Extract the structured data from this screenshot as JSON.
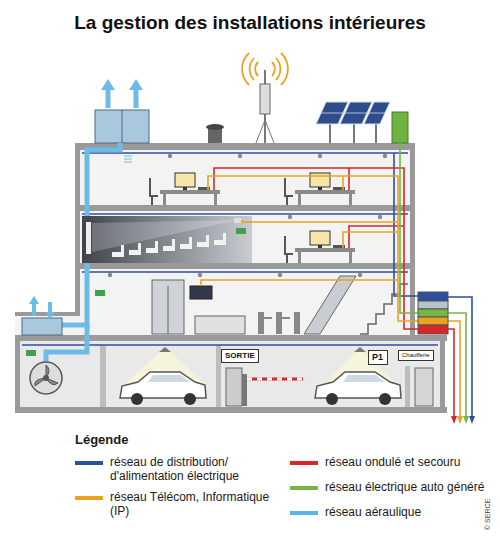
{
  "diagram": {
    "title": "La gestion des installations intérieures",
    "nodes": [
      {
        "text": [
          "SORTIE"
        ]
      },
      {
        "text": [
          "P1"
        ]
      },
      {
        "text": [
          "Chaufferie"
        ]
      }
    ],
    "labels": [
      "Légende",
      "© SERCE"
    ],
    "legend": [
      {
        "text": "réseau de distribution/ d'alimentation électrique",
        "color": "#2e4f9e"
      },
      {
        "text": "réseau ondulé et secouru",
        "color": "#d9262c"
      },
      {
        "text": "réseau Télécom, Informatique (IP)",
        "color": "#e9a320"
      },
      {
        "text": "réseau électrique auto généré",
        "color": "#74b843"
      },
      {
        "text": "réseau aéraulique",
        "color": "#5db6e6"
      }
    ]
  }
}
